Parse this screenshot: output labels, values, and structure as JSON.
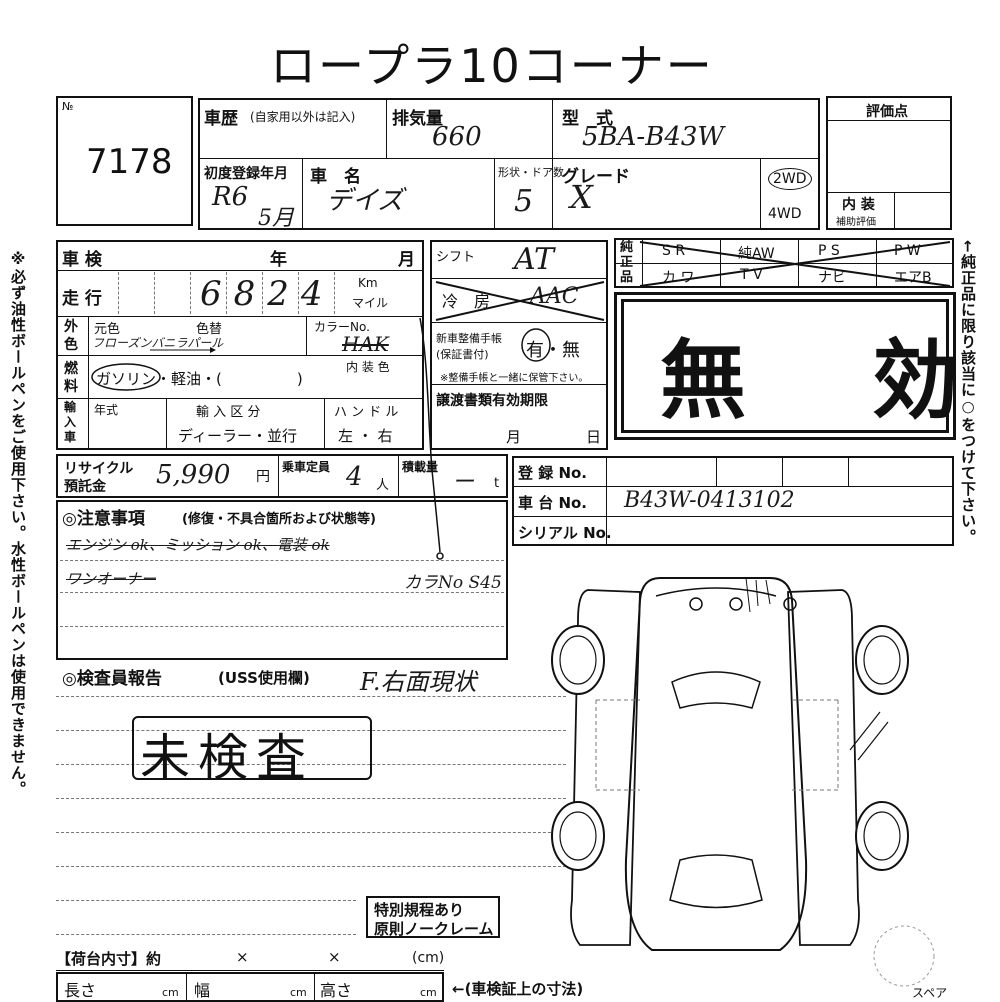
{
  "title": "ロープラ10コーナー",
  "lot": {
    "no_label": "№",
    "number": "7178"
  },
  "history": {
    "label": "車歴",
    "note": "(自家用以外は記入)"
  },
  "displacement": {
    "label": "排気量",
    "value": "660"
  },
  "model": {
    "label": "型　式",
    "value": "5BA-B43W"
  },
  "eval": {
    "label": "評価点",
    "interior": "内 装",
    "sub": "補助評価"
  },
  "first_reg": {
    "label": "初度登録年月",
    "era": "R6",
    "month": "5月"
  },
  "car_name": {
    "label": "車　名",
    "value": "デイズ"
  },
  "doors": {
    "label": "形状・ドア数",
    "value": "5"
  },
  "grade": {
    "label": "グレード",
    "value": "X"
  },
  "drive": {
    "opt1": "2WD",
    "opt2": "4WD"
  },
  "shaken": {
    "label": "車 検",
    "year": "年",
    "month": "月"
  },
  "mileage": {
    "label": "走 行",
    "value": "6824",
    "unit1": "Km",
    "unit2": "マイル"
  },
  "shift": {
    "label": "シフト",
    "value": "AT"
  },
  "ac": {
    "label": "冷　房",
    "value": "AAC"
  },
  "options": {
    "label": "純正品",
    "row1": [
      "S R",
      "純AW",
      "P S",
      "P W"
    ],
    "row2": [
      "カ ワ",
      "T V",
      "ナビ",
      "エアB"
    ],
    "side_note": "←純正品に限り該当に○をつけて下さい。"
  },
  "void_stamp": "無　効",
  "exterior": {
    "label": "外色",
    "orig": "元色",
    "orig_value": "フローズンバニラパール",
    "repaint": "色替",
    "color_no": "カラーNo.",
    "color_no_value": "HAK"
  },
  "fuel": {
    "label": "燃料",
    "options": "ガソリン・軽油・(　　　　　)",
    "interior_color": "内 装 色"
  },
  "manual": {
    "label": "新車整備手帳",
    "sub": "(保証書付)",
    "options": "有・無",
    "note": "※整備手帳と一緒に保管下さい。"
  },
  "import": {
    "label": "輸入車",
    "year": "年式",
    "import_kind": "輸 入 区 分",
    "import_options": "ディーラー・並行",
    "handle": "ハ ン ド ル",
    "handle_options": "左 ・ 右"
  },
  "transfer": {
    "label": "譲渡書類有効期限",
    "month": "月",
    "day": "日"
  },
  "recycle": {
    "label1": "リサイクル",
    "label2": "預託金",
    "value": "5,990",
    "unit": "円"
  },
  "capacity": {
    "label": "乗車定員",
    "value": "4",
    "unit": "人"
  },
  "load": {
    "label": "積載量",
    "value": "ー",
    "unit": "t"
  },
  "registration": {
    "label": "登 録 No."
  },
  "chassis": {
    "label": "車 台 No.",
    "value": "B43W-0413102"
  },
  "serial": {
    "label": "シリアル No."
  },
  "notes": {
    "label": "◎注意事項",
    "sub": "(修復・不具合箇所および状態等)",
    "line1": "エンジン ok、ミッション ok、電装 ok",
    "line2": "ワンオーナー",
    "line3": "カラNo S45"
  },
  "inspector": {
    "label": "◎検査員報告",
    "sub": "(USS使用欄)",
    "note": "F.右面現状"
  },
  "uninspected_stamp": "未検査",
  "special": {
    "line1": "特別規程あり",
    "line2": "原則ノークレーム"
  },
  "cargo": {
    "label": "【荷台内寸】約",
    "x1": "×",
    "x2": "×",
    "unit": "(cm)"
  },
  "dims": {
    "length": "長さ",
    "width": "幅",
    "height": "高さ",
    "cm": "cm",
    "note": "←(車検証上の寸法)"
  },
  "spare": "スペア",
  "left_note": "※必ず油性ボールペンをご使用下さい。水性ボールペンは使用できません。"
}
